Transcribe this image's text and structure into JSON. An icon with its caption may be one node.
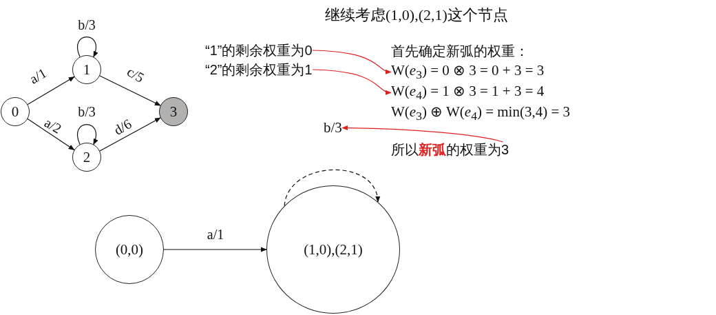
{
  "diagram": {
    "title": "继续考虑(1,0),(2,1)这个节点",
    "nodes": [
      {
        "text": [
          "0"
        ]
      },
      {
        "text": [
          "1"
        ]
      },
      {
        "text": [
          "2"
        ]
      },
      {
        "text": [
          "3"
        ]
      },
      {
        "text": [
          "“1”的剩余权重为0"
        ]
      },
      {
        "text": [
          "“2”的剩余权重为1"
        ]
      },
      {
        "text": [
          "W(*e*$_{3}$) = 0 ⊗ 3 = 0 + 3 = 3"
        ]
      },
      {
        "text": [
          "W(*e*$_{4}$) = 1 ⊗ 3 = 1 + 3 = 4"
        ]
      },
      {
        "text": [
          "b/3"
        ]
      },
      {
        "text": [
          "所以**新弧**的权重为3"
        ]
      },
      {
        "text": [
          "(0,0)"
        ]
      },
      {
        "text": [
          "(1,0),(2,1)"
        ]
      }
    ],
    "edges": [
      {
        "from": 0,
        "to": 1,
        "arrow": "to",
        "label": "a/1"
      },
      {
        "from": 0,
        "to": 2,
        "arrow": "to",
        "label": "a/2"
      },
      {
        "from": 1,
        "to": 1,
        "arrow": "to",
        "label": "b/3"
      },
      {
        "from": 2,
        "to": 2,
        "arrow": "to",
        "label": "b/3"
      },
      {
        "from": 1,
        "to": 3,
        "arrow": "to",
        "label": "c/5"
      },
      {
        "from": 2,
        "to": 3,
        "arrow": "to",
        "label": "d/6"
      },
      {
        "from": 4,
        "to": 6,
        "arrow": "to",
        "color": "#e02020"
      },
      {
        "from": 5,
        "to": 7,
        "arrow": "to",
        "color": "#e02020"
      },
      {
        "from": 9,
        "to": 8,
        "arrow": "to",
        "color": "#e02020"
      },
      {
        "from": 10,
        "to": 11,
        "arrow": "to",
        "label": "a/1"
      },
      {
        "from": 11,
        "to": 11,
        "arrow": "to",
        "style": "dashed"
      }
    ],
    "labels": [
      "首先确定新弧的权重：",
      "W(*e*$_{3}$) ⊕ W(*e*$_{4}$) = min(3,4) = 3"
    ]
  }
}
